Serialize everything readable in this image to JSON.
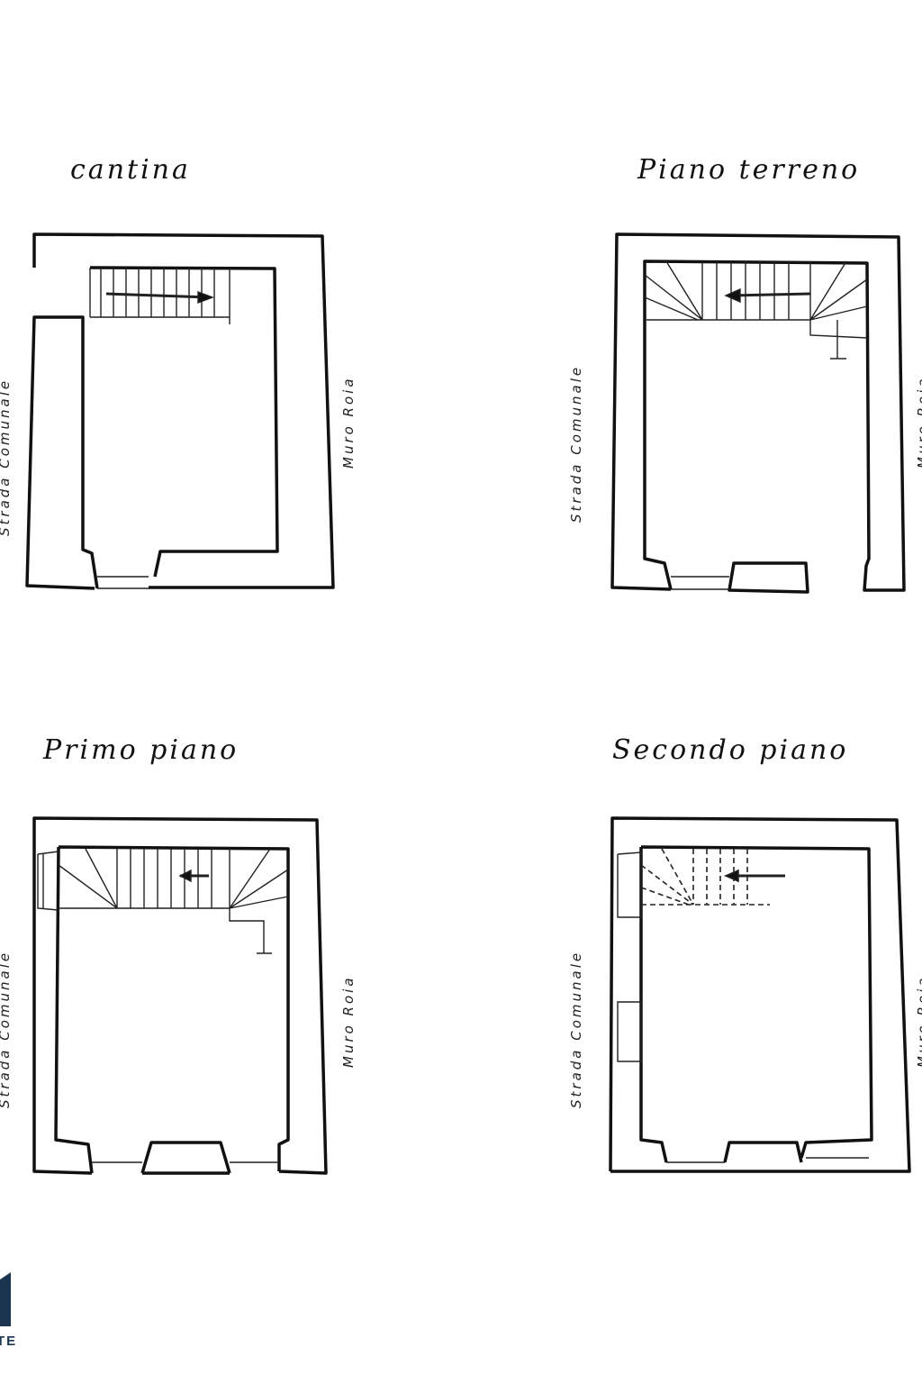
{
  "plans": [
    {
      "title": "cantina",
      "left_label": "Strada Comunale",
      "right_label": "Muro Roia"
    },
    {
      "title": "Piano terreno",
      "left_label": "Strada Comunale",
      "right_label": "Muro Roia"
    },
    {
      "title": "Primo piano",
      "left_label": "Strada Comunale",
      "right_label": "Muro Roia"
    },
    {
      "title": "Secondo piano",
      "left_label": "Strada Comunale",
      "right_label": "Muro Roia"
    }
  ],
  "logo": {
    "text": "TE",
    "color": "#1b3550"
  }
}
